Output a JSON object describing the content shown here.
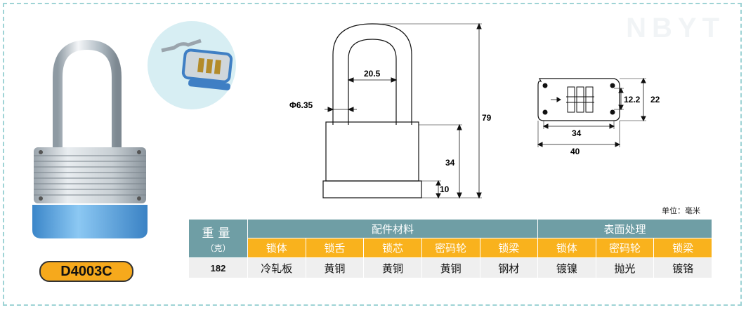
{
  "watermark": "NBYT",
  "product": {
    "model": "D4003C"
  },
  "drawing": {
    "dims": {
      "shackle_inner_width": "20.5",
      "shackle_diameter": "Φ6.35",
      "total_height": "79",
      "body_height": "34",
      "bottom_height": "10",
      "dial_height": "12.2",
      "body_depth": "22",
      "dial_width": "34",
      "base_width": "40"
    }
  },
  "unit_label": "单位：毫米",
  "table": {
    "weight_header": "重量",
    "weight_unit": "（克）",
    "group_parts": "配件材料",
    "group_surface": "表面处理",
    "sub_headers": [
      "锁体",
      "锁舌",
      "锁芯",
      "密码轮",
      "锁梁",
      "锁体",
      "密码轮",
      "锁梁"
    ],
    "weight_value": "182",
    "values": [
      "冷轧板",
      "黄铜",
      "黄铜",
      "黄铜",
      "钢材",
      "镀镍",
      "抛光",
      "镀铬"
    ]
  },
  "colors": {
    "teal_header": "#6f9ea5",
    "orange_header": "#f9b21d",
    "badge": "#f6a91c",
    "body_blue": "#5aa9e6"
  }
}
